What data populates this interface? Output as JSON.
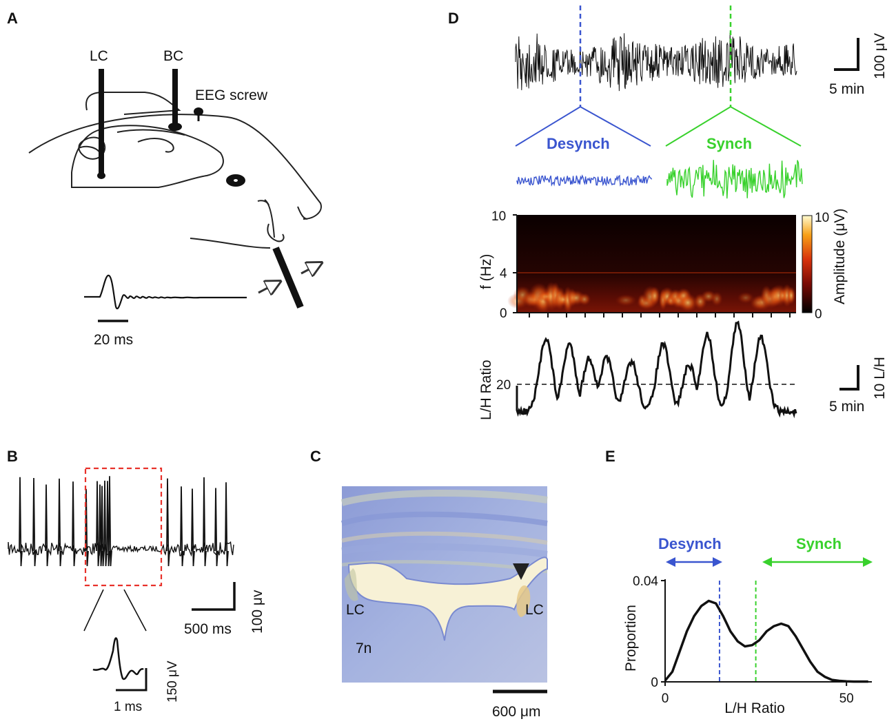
{
  "panels": {
    "A": {
      "label": "A",
      "electrode_lc": "LC",
      "electrode_bc": "BC",
      "eeg_screw": "EEG screw",
      "scale_time": "20 ms"
    },
    "B": {
      "label": "B",
      "scale_time": "500 ms",
      "scale_amp": "100 μv",
      "inset_scale_time": "1 ms",
      "inset_scale_amp": "150 μV"
    },
    "C": {
      "label": "C",
      "region_lc_left": "LC",
      "region_lc_right": "LC",
      "region_7n": "7n",
      "scale_bar": "600 μm"
    },
    "D": {
      "label": "D",
      "scale_amp": "100 μV",
      "scale_time": "5 min",
      "desynch": "Desynch",
      "synch": "Synch",
      "spec_ylabel": "f (Hz)",
      "spec_yticks": [
        "10",
        "4",
        "0"
      ],
      "colorbar_label": "Amplitude (μV)",
      "colorbar_ticks": [
        "10",
        "0"
      ],
      "ratio_ylabel": "L/H Ratio",
      "ratio_tick": "20",
      "ratio_scale_amp": "10 L/H",
      "ratio_scale_time": "5 min"
    },
    "E": {
      "label": "E",
      "desynch": "Desynch",
      "synch": "Synch"
    }
  },
  "colors": {
    "desynch": "#3a55cf",
    "synch": "#38d12c",
    "box": "#e8312a",
    "trace": "#111111"
  },
  "chart_data": {
    "type": "line",
    "xlabel": "L/H Ratio",
    "ylabel": "Proportion",
    "xlim": [
      0,
      57
    ],
    "ylim": [
      0,
      0.04
    ],
    "xticks": [
      0,
      50
    ],
    "yticks": [
      0,
      0.04
    ],
    "xtick_labels": [
      "0",
      "50"
    ],
    "ytick_labels": [
      "0",
      "0.04"
    ],
    "desynch_threshold": 15,
    "synch_threshold": 25,
    "series": [
      {
        "x": [
          0,
          2,
          4,
          6,
          8,
          10,
          12,
          14,
          16,
          17,
          18,
          20,
          22,
          24,
          26,
          28,
          30,
          32,
          34,
          36,
          38,
          40,
          42,
          44,
          46,
          48,
          50,
          52,
          54,
          56
        ],
        "y": [
          0.0005,
          0.004,
          0.012,
          0.02,
          0.026,
          0.03,
          0.032,
          0.031,
          0.026,
          0.023,
          0.02,
          0.016,
          0.014,
          0.0145,
          0.0165,
          0.02,
          0.022,
          0.023,
          0.022,
          0.018,
          0.013,
          0.008,
          0.004,
          0.002,
          0.0008,
          0.0004,
          0.0002,
          0.0001,
          0.0001,
          0.0001
        ]
      }
    ]
  }
}
